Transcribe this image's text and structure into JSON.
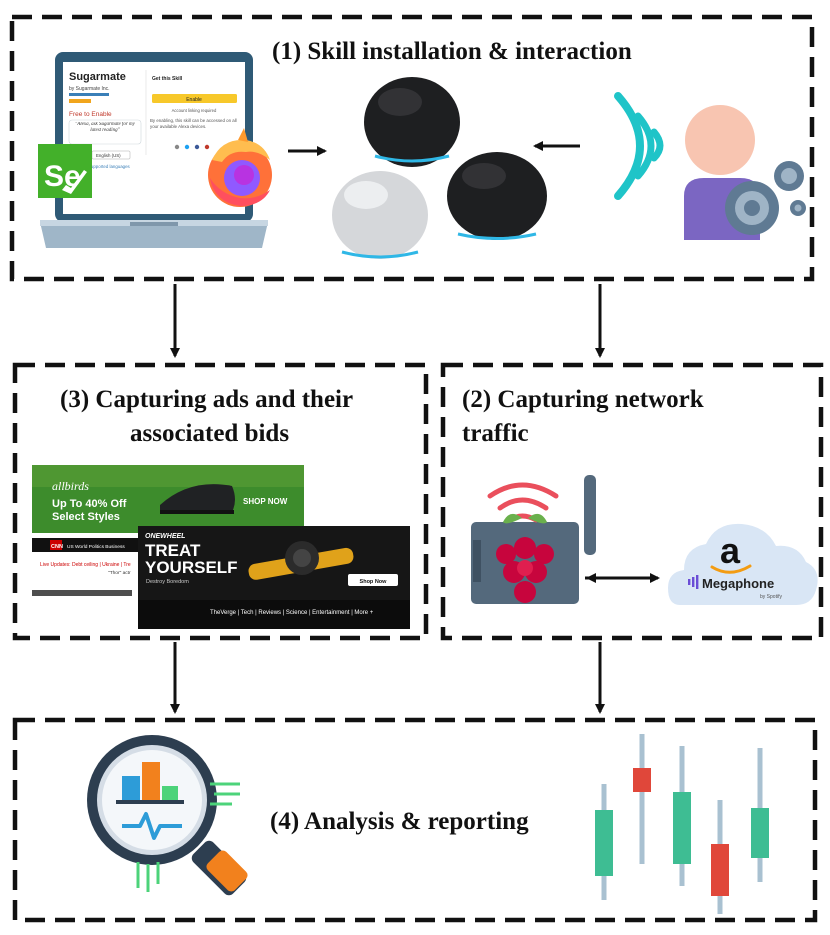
{
  "stages": {
    "skill": {
      "title": "(1) Skill installation & interaction"
    },
    "network": {
      "title_line1": "(2) Capturing network",
      "title_line2": "traffic"
    },
    "ads": {
      "title_line1": "(3) Capturing ads and their",
      "title_line2": "associated bids"
    },
    "analysis": {
      "title": "(4) Analysis & reporting"
    }
  },
  "laptop_screen": {
    "app_name": "Sugarmate",
    "publisher": "by Sugarmate Inc.",
    "get_skill": "Get this Skill",
    "enable_button": "Enable",
    "account_linking": "Account linking required",
    "free_to_enable": "Free to Enable",
    "quote": "\"Alexa, ask Sugarmate for my latest reading\"",
    "language": "English (US)",
    "supported": "Supported languages",
    "enable_note": "By enabling, this skill can be accessed on all your available Alexa devices."
  },
  "logos": {
    "selenium": "Se",
    "amazon": "a",
    "megaphone": "Megaphone",
    "spotify": "by Spotify"
  },
  "ad1": {
    "brand": "allbirds",
    "offer_line1": "Up To 40% Off",
    "offer_line2": "Select Styles",
    "cta": "SHOP NOW"
  },
  "ad2": {
    "brand": "ONEWHEEL",
    "headline1": "TREAT",
    "headline2": "YOURSELF",
    "sub": "Destroy Boredom",
    "cta": "Shop Now",
    "nav": "TheVerge  |  Tech  |  Reviews  |  Science  |  Entertainment  |  More +"
  },
  "news_strip": {
    "brand": "CNN",
    "nav": "US   World   Politics   Business",
    "live": "Live Updates: Debt ceiling  |  Ukraine  |  Tre",
    "sub": "\"Thor\" actr"
  }
}
